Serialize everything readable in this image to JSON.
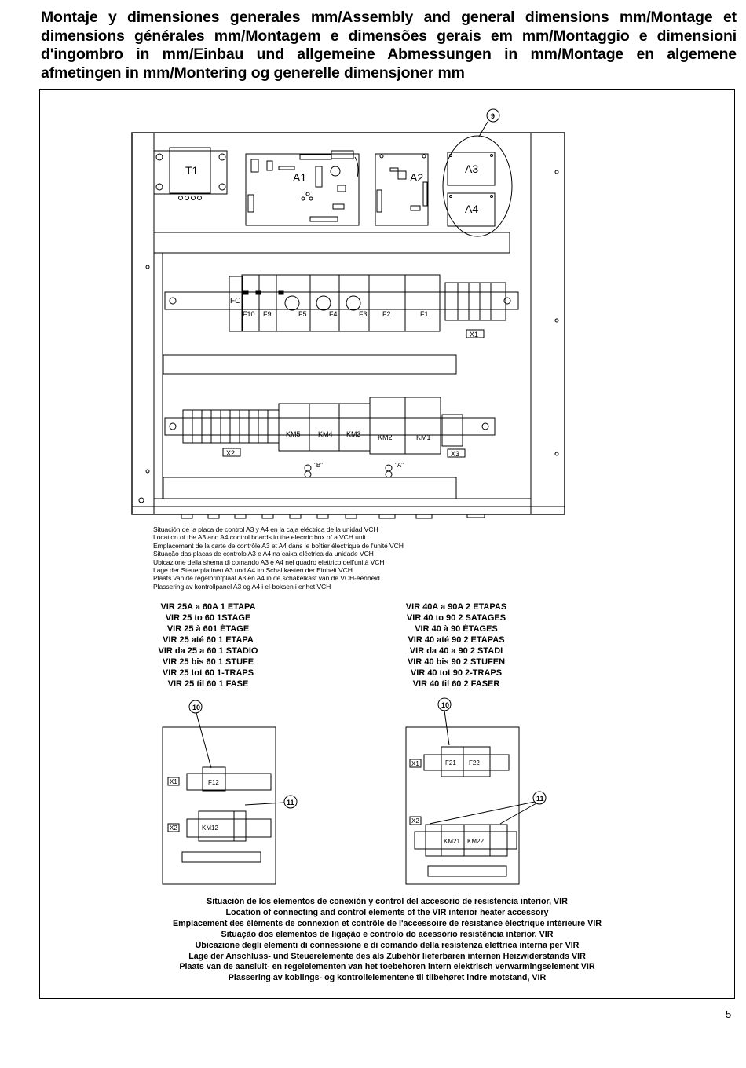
{
  "title": "Montaje y dimensiones generales mm/Assembly and general dimensions mm/Montage et dimensions générales mm/Montagem e dimensões gerais em mm/Montaggio e dimensioni d'ingombro in mm/Einbau und allgemeine Abmessungen in mm/Montage en algemene afmetingen in mm/Montering og generelle dimensjoner mm",
  "diagram": {
    "labels": {
      "t1": "T1",
      "a1": "A1",
      "a2": "A2",
      "a3": "A3",
      "a4": "A4",
      "fc": "FC",
      "f10": "F10",
      "f9": "F9",
      "f5": "F5",
      "f4": "F4",
      "f3": "F3",
      "f2": "F2",
      "f1": "F1",
      "x1": "X1",
      "x2": "X2",
      "x3": "X3",
      "km5": "KM5",
      "km4": "KM4",
      "km3": "KM3",
      "km2": "KM2",
      "km1": "KM1",
      "b": "\"B\"",
      "a": "\"A\"",
      "callout9": "9"
    }
  },
  "caption_location": [
    "Situación de la placa de control A3 y A4 en la caja eléctrica de la unidad VCH",
    "Location of the A3 and A4 control boards in the elecrric box of a VCH unit",
    "Emplacement de la carte de contrôle A3 et A4 dans le boîtier électrique de l'unité VCH",
    "Situação das placas de controlo A3 e A4 na caixa eléctrica da unidade VCH",
    "Ubicazione della shema di comando A3 e A4 nel quadro elettrico dell'unità VCH",
    "Lage der Steuerplatinen A3 und A4 im Schaltkasten der Einheit VCH",
    "Plaats van de regelprintplaat A3 en A4 in de schakelkast van de VCH-eenheid",
    "Plassering av kontrollpanel A3 og A4 i el-boksen i enhet VCH"
  ],
  "stage1": {
    "lines": [
      "VIR 25A a 60A  1 ETAPA",
      "VIR 25 to 60 1STAGE",
      "VIR 25 à 601 ÉTAGE",
      "VIR 25 até 60 1 ETAPA",
      "VIR da 25 a 60 1 STADIO",
      "VIR 25 bis 60 1 STUFE",
      "VIR 25 tot 60 1-TRAPS",
      "VIR 25 til 60 1 FASE"
    ],
    "labels": {
      "callout10": "10",
      "callout11": "11",
      "x1": "X1",
      "x2": "X2",
      "f12": "F12",
      "km12": "KM12"
    }
  },
  "stage2": {
    "lines": [
      "VIR 40A a 90A  2 ETAPAS",
      "VIR 40 to 90 2 SATAGES",
      "VIR 40 à 90 ÉTAGES",
      "VIR 40 até 90 2 ETAPAS",
      "VIR da 40 a 90 2 STADI",
      "VIR 40 bis 90 2 STUFEN",
      "VIR 40 tot 90 2-TRAPS",
      "VIR 40 til 60 2 FASER"
    ],
    "labels": {
      "callout10": "10",
      "callout11": "11",
      "x1": "X1",
      "x2": "X2",
      "f21": "F21",
      "f22": "F22",
      "km21": "KM21",
      "km22": "KM22"
    }
  },
  "caption_vir": [
    "Situación de los elementos de conexión y control del accesorio de resistencia interior, VIR",
    "Location of connecting and control elements of the VIR interior heater accessory",
    "Emplacement des éléments de connexion et contrôle de l'accessoire de résistance électrique intérieure VIR",
    "Situação dos elementos de ligação e controlo do acessório resistência interior, VIR",
    "Ubicazione degli elementi di connessione e di comando della resistenza elettrica interna per VIR",
    "Lage der Anschluss- und Steuerelemente des als Zubehör lieferbaren internen Heizwiderstands VIR",
    "Plaats van de aansluit- en regelelementen van het toebehoren intern elektrisch verwarmingselement VIR",
    "Plassering av koblings- og kontrollelementene til tilbehøret indre motstand, VIR"
  ],
  "page_number": "5"
}
